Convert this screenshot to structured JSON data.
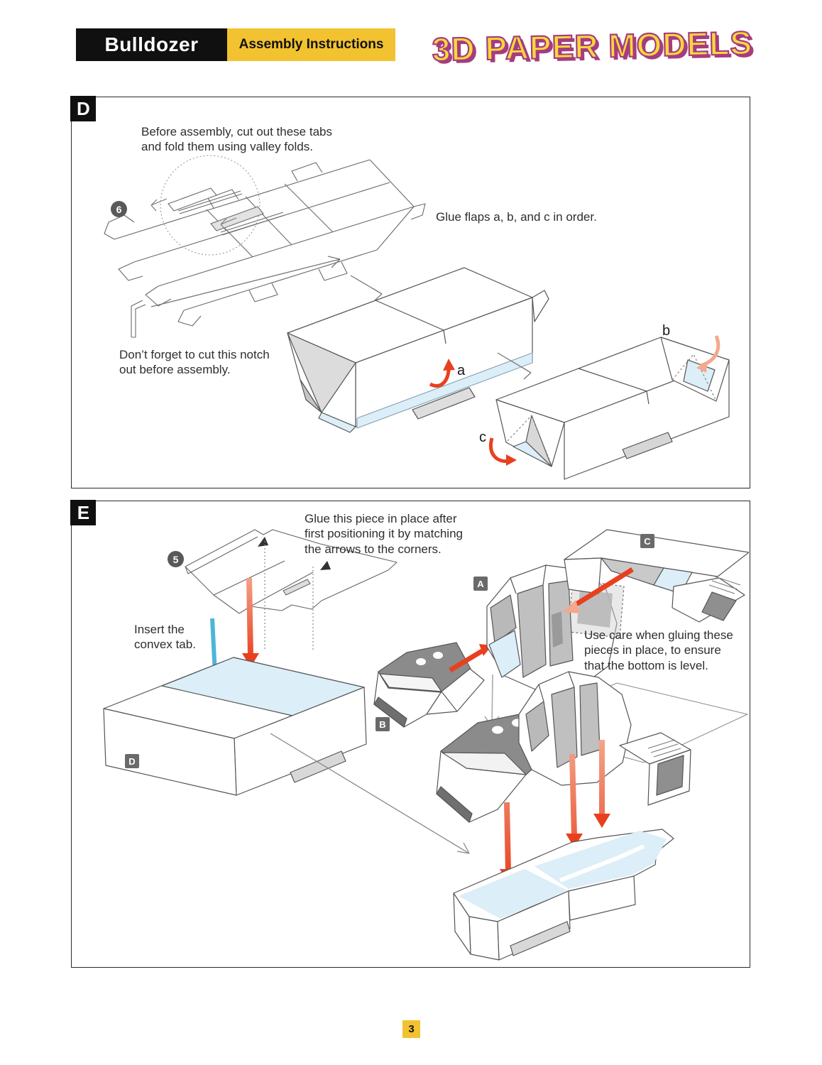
{
  "header": {
    "title": "Bulldozer",
    "subtitle": "Assembly Instructions",
    "logo": "3D PAPER MODELS"
  },
  "footer": {
    "page_number": "3"
  },
  "palette": {
    "accent_yellow": "#F2C230",
    "arrow_red": "#E8401F",
    "arrow_red_faded": "#F4A88D",
    "arrow_blue": "#4DB6D8",
    "glue_blue": "#DCEEF7",
    "label_gray": "#6A6A6A",
    "badge_gray": "#595959",
    "logo_yellow": "#F9D83A",
    "logo_purple": "#A63C80"
  },
  "sections": [
    {
      "label": "D",
      "badge": "6",
      "notes": {
        "cut_tabs": "Before assembly, cut out these tabs\nand fold them using valley folds.",
        "glue_flaps": "Glue flaps a, b, and c in order.",
        "notch": "Don’t forget to cut this notch\nout before assembly."
      },
      "flaps": {
        "a": "a",
        "b": "b",
        "c": "c"
      }
    },
    {
      "label": "E",
      "badge": "5",
      "notes": {
        "glue_piece": "Glue this piece in place after\nfirst positioning it by matching\nthe arrows to the corners.",
        "insert_tab": "Insert the\nconvex tab.",
        "use_care": "Use care when gluing these\npieces in place, to ensure\nthat the bottom is level."
      },
      "pieces": {
        "a": "A",
        "b": "B",
        "c": "C",
        "d": "D"
      }
    }
  ]
}
